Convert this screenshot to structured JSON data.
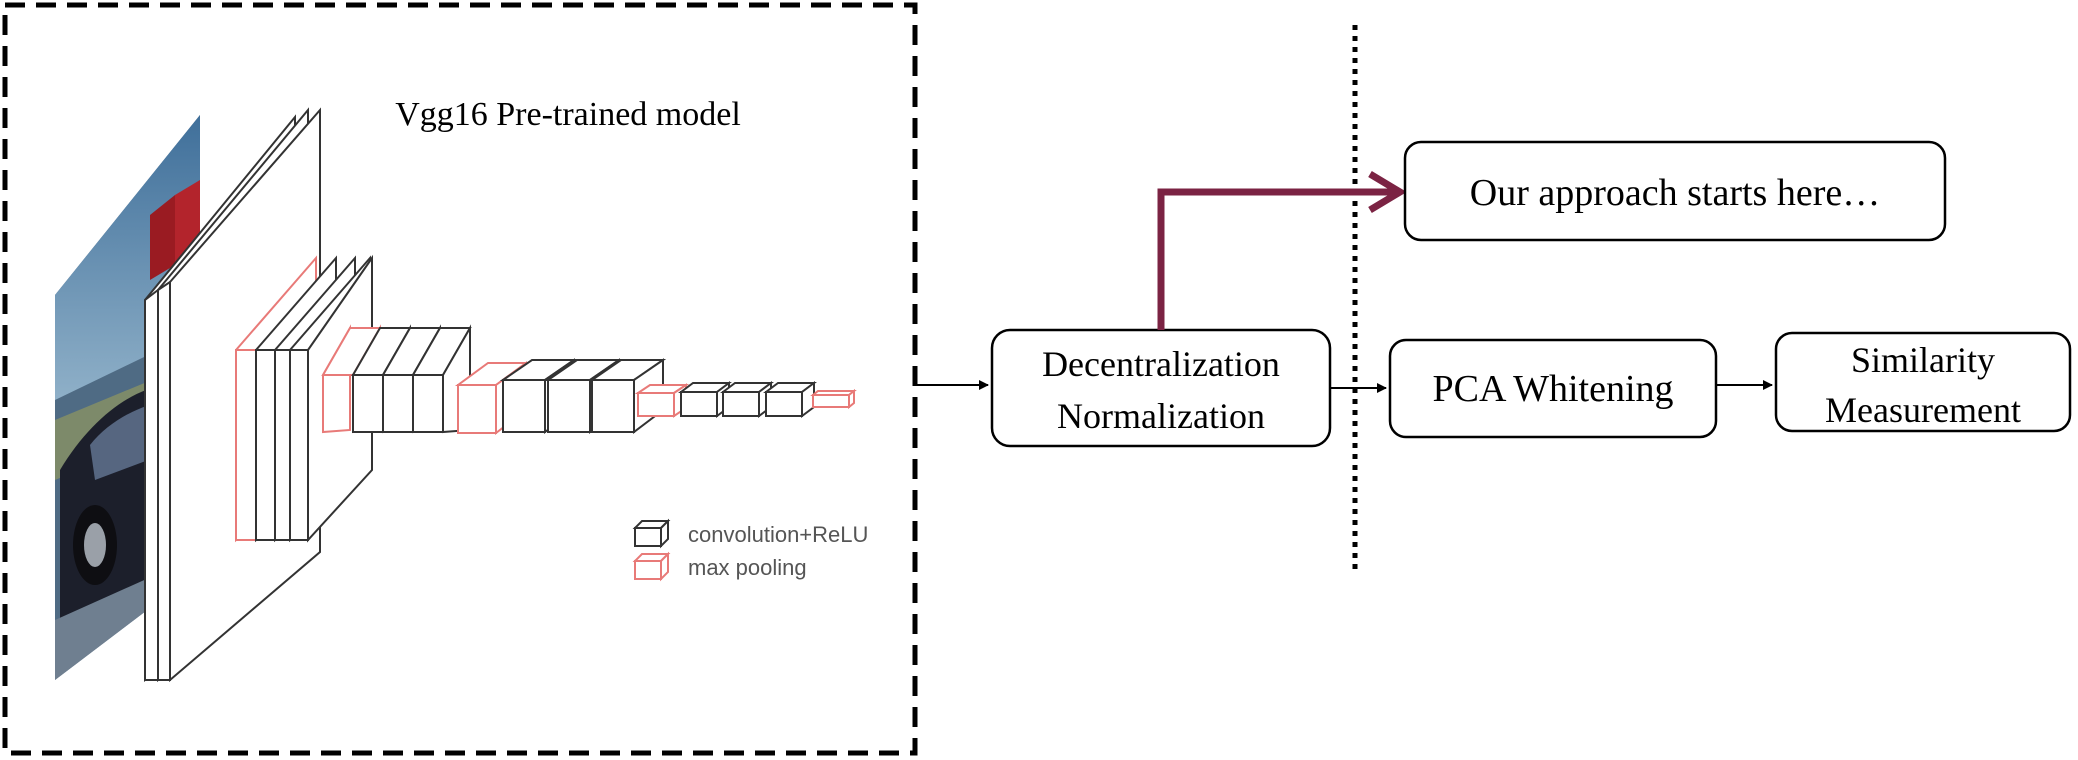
{
  "vgg": {
    "title": "Vgg16 Pre-trained model",
    "legend": [
      {
        "label": "convolution+ReLU",
        "color": "#333333"
      },
      {
        "label": "max pooling",
        "color": "#e87a78"
      }
    ]
  },
  "pipeline": {
    "decentralization_line1": "Decentralization",
    "decentralization_line2": "Normalization",
    "pca": "PCA Whitening",
    "similarity_line1": "Similarity",
    "similarity_line2": "Measurement",
    "approach": "Our approach starts here…"
  },
  "colors": {
    "accent_arrow": "#7b2343",
    "conv_stroke": "#333333",
    "pool_stroke": "#e87a78",
    "frame": "#000000"
  }
}
